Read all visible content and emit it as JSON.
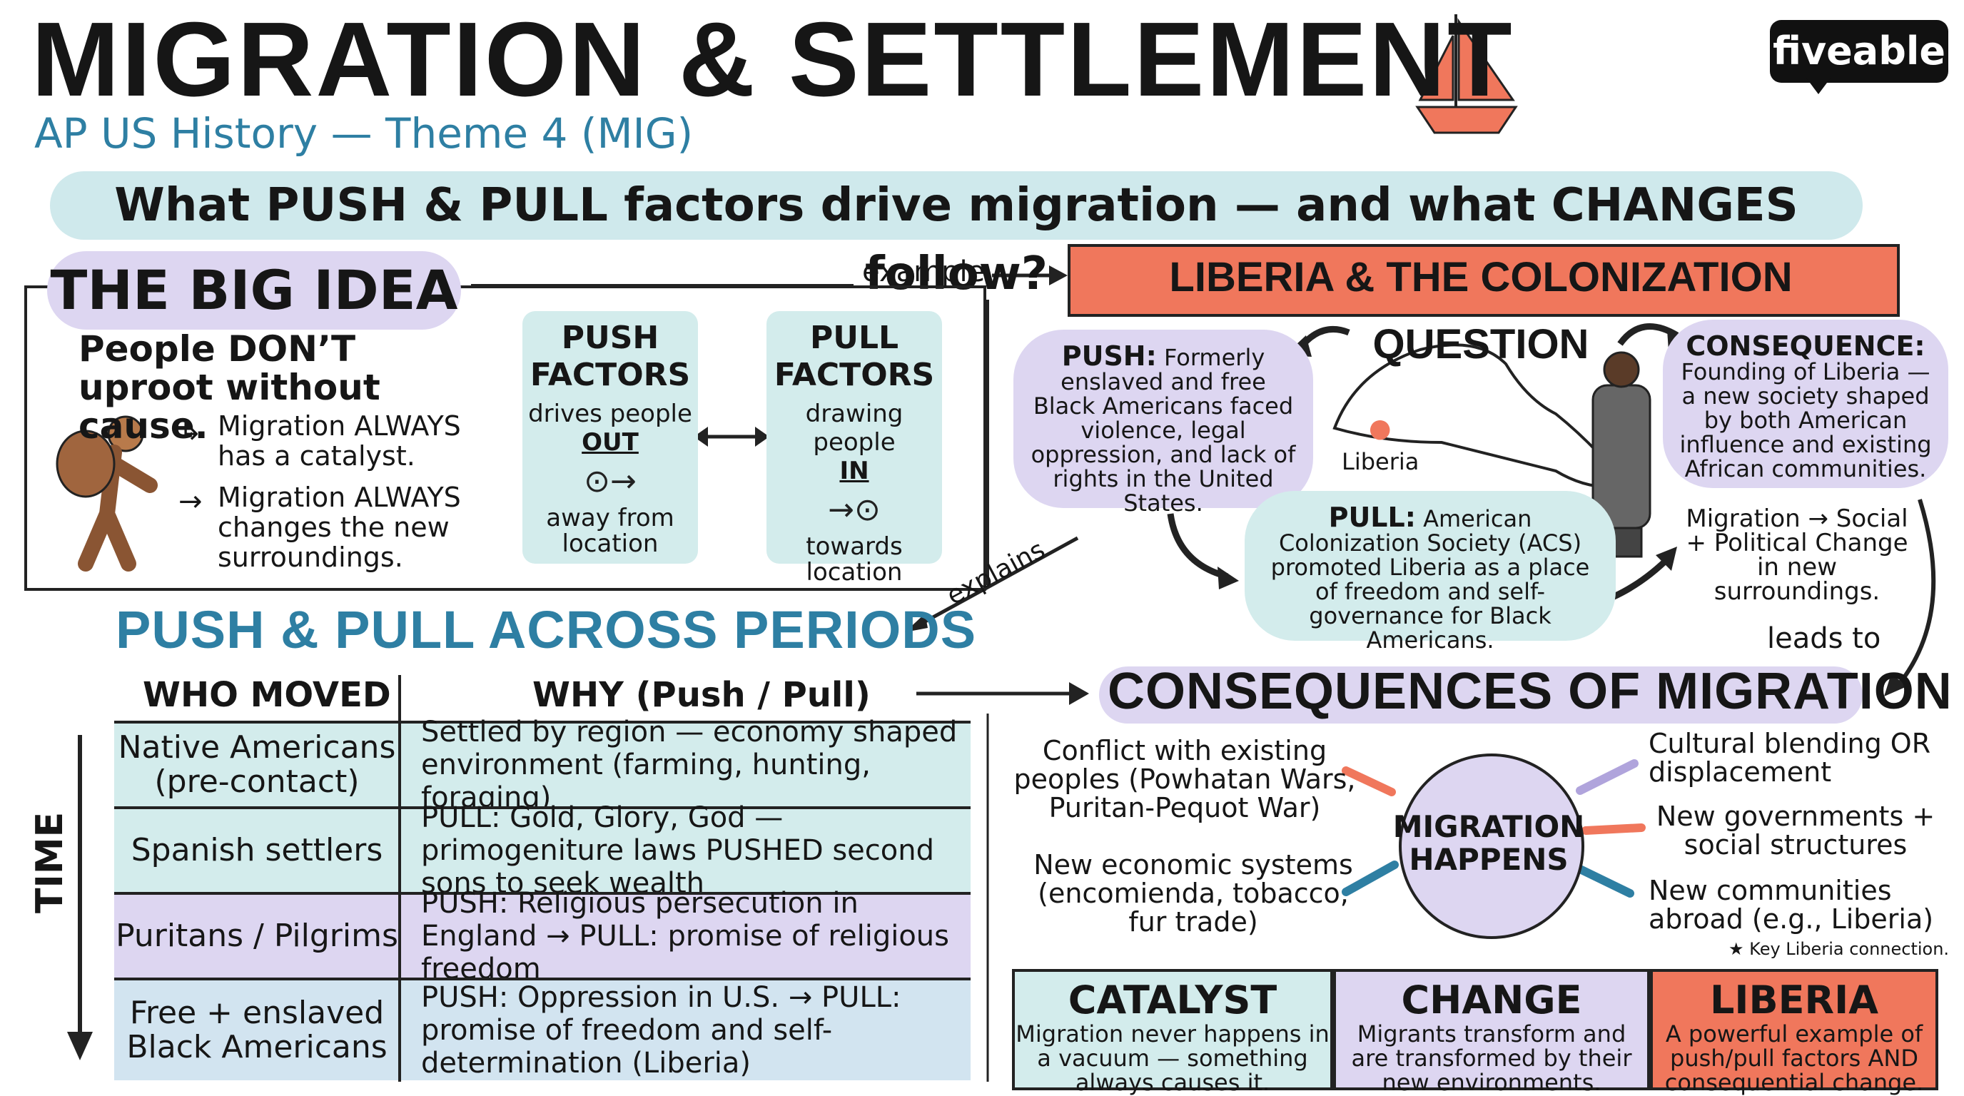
{
  "header": {
    "title": "MIGRATION & SETTLEMENT",
    "subtitle": "AP US History — Theme 4 (MIG)",
    "question": "What PUSH & PULL factors drive migration — and what CHANGES follow?",
    "logo": "fiveable"
  },
  "big_idea": {
    "title": "THE BIG IDEA",
    "lead": "People DON’T uproot without cause.",
    "bullets": [
      "Migration ALWAYS has a catalyst.",
      "Migration ALWAYS changes the new surroundings."
    ],
    "push": {
      "title": "PUSH FACTORS",
      "desc_pre": "drives people",
      "desc_key": "OUT",
      "location": "away from location"
    },
    "pull": {
      "title": "PULL FACTORS",
      "desc_pre": "drawing people",
      "desc_key": "IN",
      "location": "towards location"
    }
  },
  "connectors": {
    "example": "example",
    "explains": "explains",
    "leads_to": "leads to"
  },
  "liberia": {
    "title": "LIBERIA & THE COLONIZATION QUESTION",
    "push_label": "PUSH:",
    "push_text": "Formerly enslaved and free Black Americans faced violence, legal oppression, and lack of rights in the United States.",
    "consequence_label": "CONSEQUENCE:",
    "consequence_text": "Founding of Liberia — a new society shaped by both American influence and existing African communities.",
    "pull_label": "PULL:",
    "pull_text": "American Colonization Society (ACS) promoted Liberia as a place of freedom and self-governance for Black Americans.",
    "map_label": "Liberia",
    "migration_change": "Migration → Social + Political Change in new surroundings."
  },
  "periods": {
    "title": "PUSH & PULL ACROSS PERIODS",
    "header_who": "WHO MOVED",
    "header_why": "WHY (Push / Pull)",
    "time_label": "TIME",
    "rows": [
      {
        "who": "Native Americans (pre-contact)",
        "why": "Settled by region — economy shaped environment (farming, hunting, foraging)"
      },
      {
        "who": "Spanish settlers",
        "why": "PULL: Gold, Glory, God — primogeniture laws PUSHED second sons to seek wealth"
      },
      {
        "who": "Puritans / Pilgrims",
        "why": "PUSH: Religious persecution in England → PULL: promise of religious freedom"
      },
      {
        "who": "Free + enslaved Black Americans",
        "why": "PUSH: Oppression in U.S. → PULL: promise of freedom and self-determination (Liberia)"
      }
    ]
  },
  "consequences": {
    "title": "CONSEQUENCES OF MIGRATION",
    "center": "MIGRATION HAPPENS",
    "items": {
      "conflict": "Conflict with existing peoples (Powhatan Wars, Puritan-Pequot War)",
      "economic": "New economic systems (encomienda, tobacco, fur trade)",
      "cultural": "Cultural blending OR displacement",
      "governments": "New governments + social structures",
      "communities": "New communities abroad (e.g., Liberia)"
    },
    "key_note": "★ Key Liberia connection."
  },
  "panels": [
    {
      "title": "CATALYST",
      "desc": "Migration never happens in a vacuum — something always causes it."
    },
    {
      "title": "CHANGE",
      "desc": "Migrants transform and are transformed by their new environments."
    },
    {
      "title": "LIBERIA",
      "desc": "A powerful example of push/pull factors AND consequential change."
    }
  ],
  "colors": {
    "teal": "#d3ecec",
    "purple": "#ddd6f1",
    "blue": "#d2e4f0",
    "coral": "#f0775c",
    "accent_text": "#2e7fa3"
  }
}
